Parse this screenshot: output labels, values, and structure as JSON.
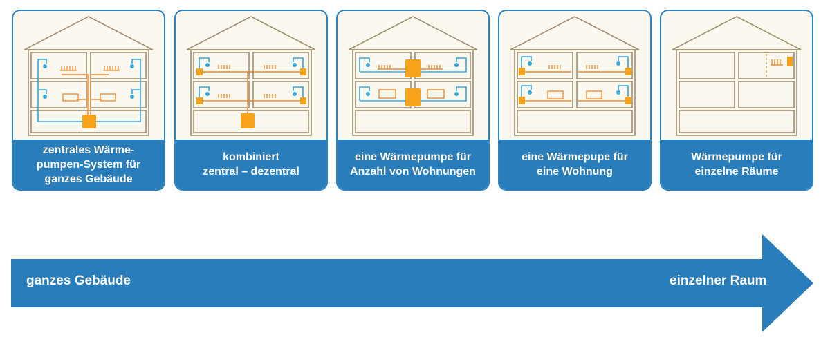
{
  "cards": [
    {
      "id": "zentral",
      "caption_lines": [
        "zentrales Wärme-",
        "pumpen-System für",
        "ganzes Gebäude"
      ]
    },
    {
      "id": "kombiniert",
      "caption_lines": [
        "kombiniert",
        "zentral – dezentral"
      ]
    },
    {
      "id": "mehrere-wohnungen",
      "caption_lines": [
        "eine Wärmepumpe für",
        "Anzahl von Wohnungen"
      ]
    },
    {
      "id": "eine-wohnung",
      "caption_lines": [
        "eine Wärmepupe für",
        "eine Wohnung"
      ]
    },
    {
      "id": "einzelne-raeume",
      "caption_lines": [
        "Wärmepumpe für",
        "einzelne Räume"
      ]
    }
  ],
  "arrow": {
    "left_label": "ganzes Gebäude",
    "right_label": "einzelner Raum"
  },
  "colors": {
    "primary_blue": "#2a7dbb",
    "card_border": "#2a84c2",
    "house_line": "#a08f70",
    "pipe_blue": "#35a8dd",
    "pipe_orange": "#f08a2a",
    "pump_orange": "#f7a21b",
    "card_bg": "#fbf8f0"
  },
  "icons": [
    "house-icon",
    "shower-icon",
    "radiator-icon",
    "floor-heating-icon",
    "heat-pump-icon",
    "room-heat-pump-icon"
  ]
}
